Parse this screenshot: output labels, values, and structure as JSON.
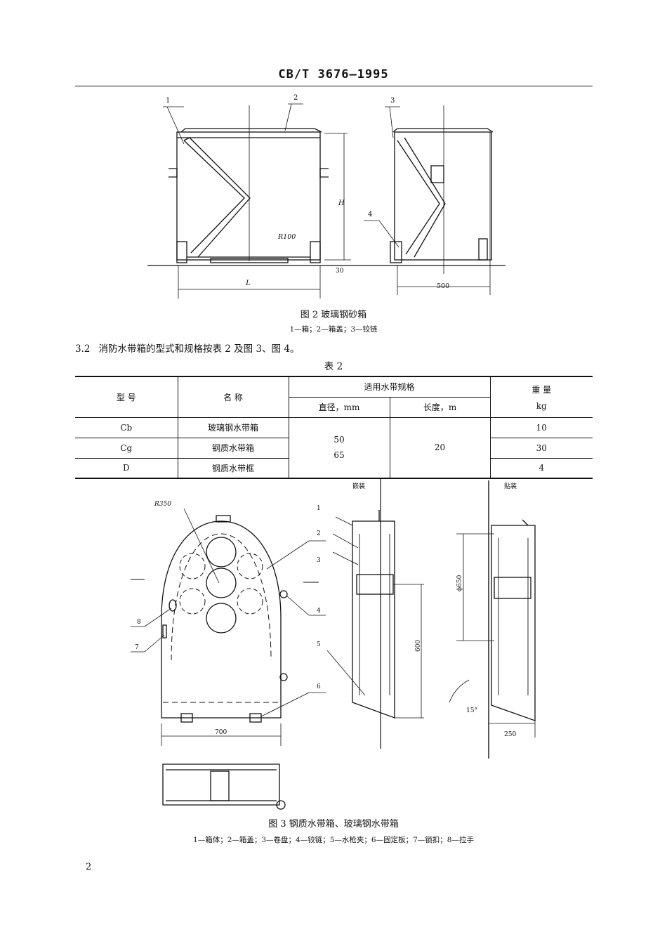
{
  "header": "CB/T 3676—1995",
  "fig2": {
    "callouts": [
      "1",
      "2",
      "3",
      "4"
    ],
    "dims": {
      "H": "H",
      "R": "R100",
      "d30": "30",
      "L": "L",
      "d500": "500"
    },
    "caption": "图 2  玻璃钢砂箱",
    "legend": "1—箱；2—箱盖；3—铰链"
  },
  "para": {
    "num": "3.2",
    "text": "消防水带箱的型式和规格按表 2 及图 3、图 4。"
  },
  "table2": {
    "title": "表 2",
    "headers": {
      "model": "型    号",
      "name": "名    称",
      "spec": "适用水带规格",
      "diameter": "直径，mm",
      "length": "长度，m",
      "weight": "重    量",
      "weight_unit": "kg"
    },
    "rows": [
      {
        "model": "Cb",
        "name": "玻璃钢水带箱",
        "weight": "10"
      },
      {
        "model": "Cg",
        "name": "钢质水带箱",
        "weight": "30"
      },
      {
        "model": "D",
        "name": "钢质水带框",
        "weight": "4"
      }
    ],
    "diameters": [
      "50",
      "65"
    ],
    "length": "20"
  },
  "fig3": {
    "labels": {
      "embed": "嵌装",
      "surface": "贴装"
    },
    "callouts": [
      "1",
      "2",
      "3",
      "4",
      "5",
      "6",
      "7",
      "8"
    ],
    "dims": {
      "r350": "R350",
      "d700": "700",
      "d600": "600",
      "d650": "ϕ650",
      "d15": "15°",
      "d250": "250"
    },
    "caption": "图 3  钢质水带箱、玻璃钢水带箱",
    "legend": "1—箱体；2—箱盖；3—卷盘；4—铰链；5—水枪夹；6—固定板；7—锁扣；8—拉手"
  },
  "page_number": "2"
}
